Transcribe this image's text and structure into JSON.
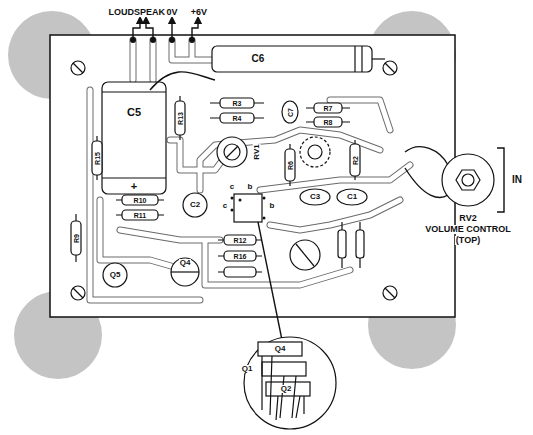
{
  "diagram": {
    "labels": [
      "LOUDSPEAKER",
      "0V",
      "+6V",
      "C6",
      "C5",
      "+",
      "R13",
      "R3",
      "R4",
      "C7",
      "R7",
      "R8",
      "RV1",
      "R15",
      "R9",
      "R10",
      "R11",
      "C2",
      "c",
      "b",
      "c",
      "b",
      "R6",
      "R2",
      "C3",
      "C1",
      "Q5",
      "Q4",
      "R12",
      "R16",
      "RV2",
      "VOLUME CONTROL",
      "(TOP)",
      "IN",
      "Q4",
      "Q1",
      "Q2"
    ]
  }
}
